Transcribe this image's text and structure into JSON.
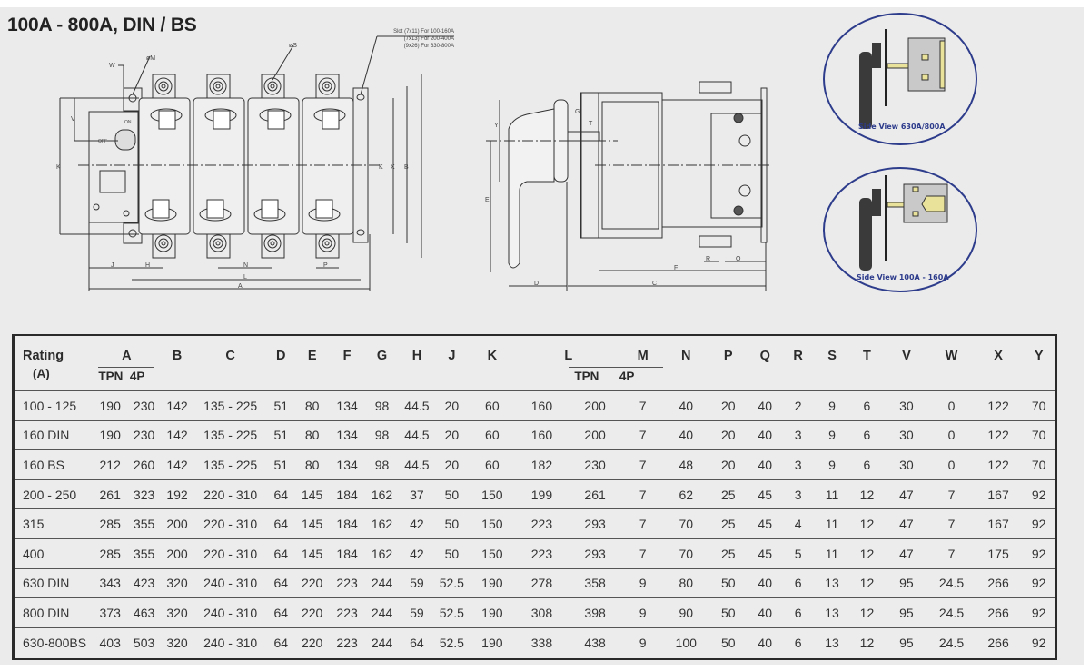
{
  "title": "100A - 800A, DIN / BS",
  "drawings": {
    "front_view": {
      "slot_note": [
        "Slot (7x11) For 100-160A",
        "(7x13) For 200-400A",
        "(9x26) For 630-800A"
      ],
      "labels": {
        "W": "W",
        "M": "øM",
        "S": "øS",
        "V": "V",
        "K": "K",
        "K2": "K",
        "X": "X",
        "B": "B",
        "J": "J",
        "H": "H",
        "N": "N",
        "P": "P",
        "L": "L",
        "A": "A",
        "on": "ON",
        "off": "OFF"
      }
    },
    "side_view": {
      "labels": {
        "Y": "Y",
        "G": "G",
        "T": "T",
        "E": "E",
        "D": "D",
        "C": "C",
        "F": "F",
        "R": "R",
        "Q": "Q"
      }
    },
    "inset_top": {
      "caption": "Side View 630A/800A"
    },
    "inset_bottom": {
      "caption": "Side View 100A - 160A"
    }
  },
  "colors": {
    "outline": "#2e3c8c",
    "handle": "#3a3a3a",
    "body": "#c9c9c9",
    "shaft": "#e8e29a"
  },
  "table": {
    "header": {
      "rating": "Rating",
      "rating_unit": "(A)",
      "A": "A",
      "B": "B",
      "C": "C",
      "D": "D",
      "E": "E",
      "F": "F",
      "G": "G",
      "H": "H",
      "J": "J",
      "K": "K",
      "L": "L",
      "M": "M",
      "N": "N",
      "P": "P",
      "Q": "Q",
      "R": "R",
      "S": "S",
      "T": "T",
      "V": "V",
      "W": "W",
      "X": "X",
      "Y": "Y",
      "tpn": "TPN",
      "four_p": "4P"
    },
    "columns": [
      "rating",
      "A_tpn",
      "A_4p",
      "B",
      "C",
      "D",
      "E",
      "F",
      "G",
      "H",
      "J",
      "K",
      "L_tpn",
      "L_4p",
      "M",
      "N",
      "P",
      "Q",
      "R",
      "S",
      "T",
      "V",
      "W",
      "X",
      "Y"
    ],
    "rows": [
      [
        "100 - 125",
        "190",
        "230",
        "142",
        "135 - 225",
        "51",
        "80",
        "134",
        "98",
        "44.5",
        "20",
        "60",
        "160",
        "200",
        "7",
        "40",
        "20",
        "40",
        "2",
        "9",
        "6",
        "30",
        "0",
        "122",
        "70"
      ],
      [
        "160 DIN",
        "190",
        "230",
        "142",
        "135 - 225",
        "51",
        "80",
        "134",
        "98",
        "44.5",
        "20",
        "60",
        "160",
        "200",
        "7",
        "40",
        "20",
        "40",
        "3",
        "9",
        "6",
        "30",
        "0",
        "122",
        "70"
      ],
      [
        "160 BS",
        "212",
        "260",
        "142",
        "135 - 225",
        "51",
        "80",
        "134",
        "98",
        "44.5",
        "20",
        "60",
        "182",
        "230",
        "7",
        "48",
        "20",
        "40",
        "3",
        "9",
        "6",
        "30",
        "0",
        "122",
        "70"
      ],
      [
        "200 - 250",
        "261",
        "323",
        "192",
        "220 - 310",
        "64",
        "145",
        "184",
        "162",
        "37",
        "50",
        "150",
        "199",
        "261",
        "7",
        "62",
        "25",
        "45",
        "3",
        "11",
        "12",
        "47",
        "7",
        "167",
        "92"
      ],
      [
        "315",
        "285",
        "355",
        "200",
        "220 - 310",
        "64",
        "145",
        "184",
        "162",
        "42",
        "50",
        "150",
        "223",
        "293",
        "7",
        "70",
        "25",
        "45",
        "4",
        "11",
        "12",
        "47",
        "7",
        "167",
        "92"
      ],
      [
        "400",
        "285",
        "355",
        "200",
        "220 - 310",
        "64",
        "145",
        "184",
        "162",
        "42",
        "50",
        "150",
        "223",
        "293",
        "7",
        "70",
        "25",
        "45",
        "5",
        "11",
        "12",
        "47",
        "7",
        "175",
        "92"
      ],
      [
        "630 DIN",
        "343",
        "423",
        "320",
        "240 - 310",
        "64",
        "220",
        "223",
        "244",
        "59",
        "52.5",
        "190",
        "278",
        "358",
        "9",
        "80",
        "50",
        "40",
        "6",
        "13",
        "12",
        "95",
        "24.5",
        "266",
        "92"
      ],
      [
        "800 DIN",
        "373",
        "463",
        "320",
        "240 - 310",
        "64",
        "220",
        "223",
        "244",
        "59",
        "52.5",
        "190",
        "308",
        "398",
        "9",
        "90",
        "50",
        "40",
        "6",
        "13",
        "12",
        "95",
        "24.5",
        "266",
        "92"
      ],
      [
        "630-800BS",
        "403",
        "503",
        "320",
        "240 - 310",
        "64",
        "220",
        "223",
        "244",
        "64",
        "52.5",
        "190",
        "338",
        "438",
        "9",
        "100",
        "50",
        "40",
        "6",
        "13",
        "12",
        "95",
        "24.5",
        "266",
        "92"
      ]
    ]
  }
}
